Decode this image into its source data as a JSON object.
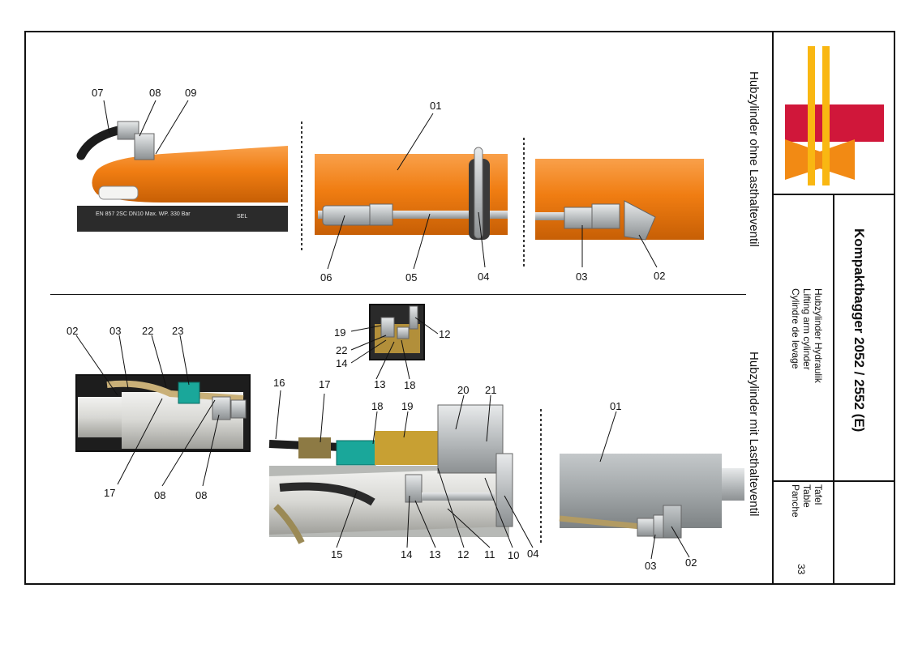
{
  "title_block": {
    "product": "Kompaktbagger 2052 / 2552 (E)",
    "descriptions": [
      "Hubzylinder Hydraulik",
      "Lifting arm cylinder",
      "Cylindre de levage"
    ],
    "sheet_labels": [
      "Tafel",
      "Table",
      "Panche"
    ],
    "sheet_number": "33"
  },
  "sections": {
    "top_title": "Hubzylinder ohne Lasthalteventil",
    "bottom_title": "Hubzylinder mit Lasthalteventil"
  },
  "hose_print": "EN 857 2SC DN10 Max. WP. 330 Bar",
  "hose_brand": "SEL",
  "colors": {
    "cylinder_orange": "#f07d12",
    "logo_red": "#d0173a",
    "logo_orange": "#f28a14",
    "logo_yellow": "#f9b712",
    "cylinder_grey": "#a8acae",
    "valve_gold": "#c8a033"
  },
  "callouts": {
    "top": [
      "07",
      "08",
      "09",
      "01",
      "06",
      "05",
      "04",
      "03",
      "02"
    ],
    "bottom_left": [
      "02",
      "03",
      "22",
      "23",
      "17",
      "08",
      "08"
    ],
    "bottom_inset": [
      "19",
      "12",
      "22",
      "14",
      "13",
      "18"
    ],
    "bottom_mid": [
      "16",
      "17",
      "18",
      "19",
      "20",
      "21",
      "15",
      "14",
      "13",
      "12",
      "11",
      "10",
      "04"
    ],
    "bottom_right": [
      "01",
      "03",
      "02"
    ]
  }
}
